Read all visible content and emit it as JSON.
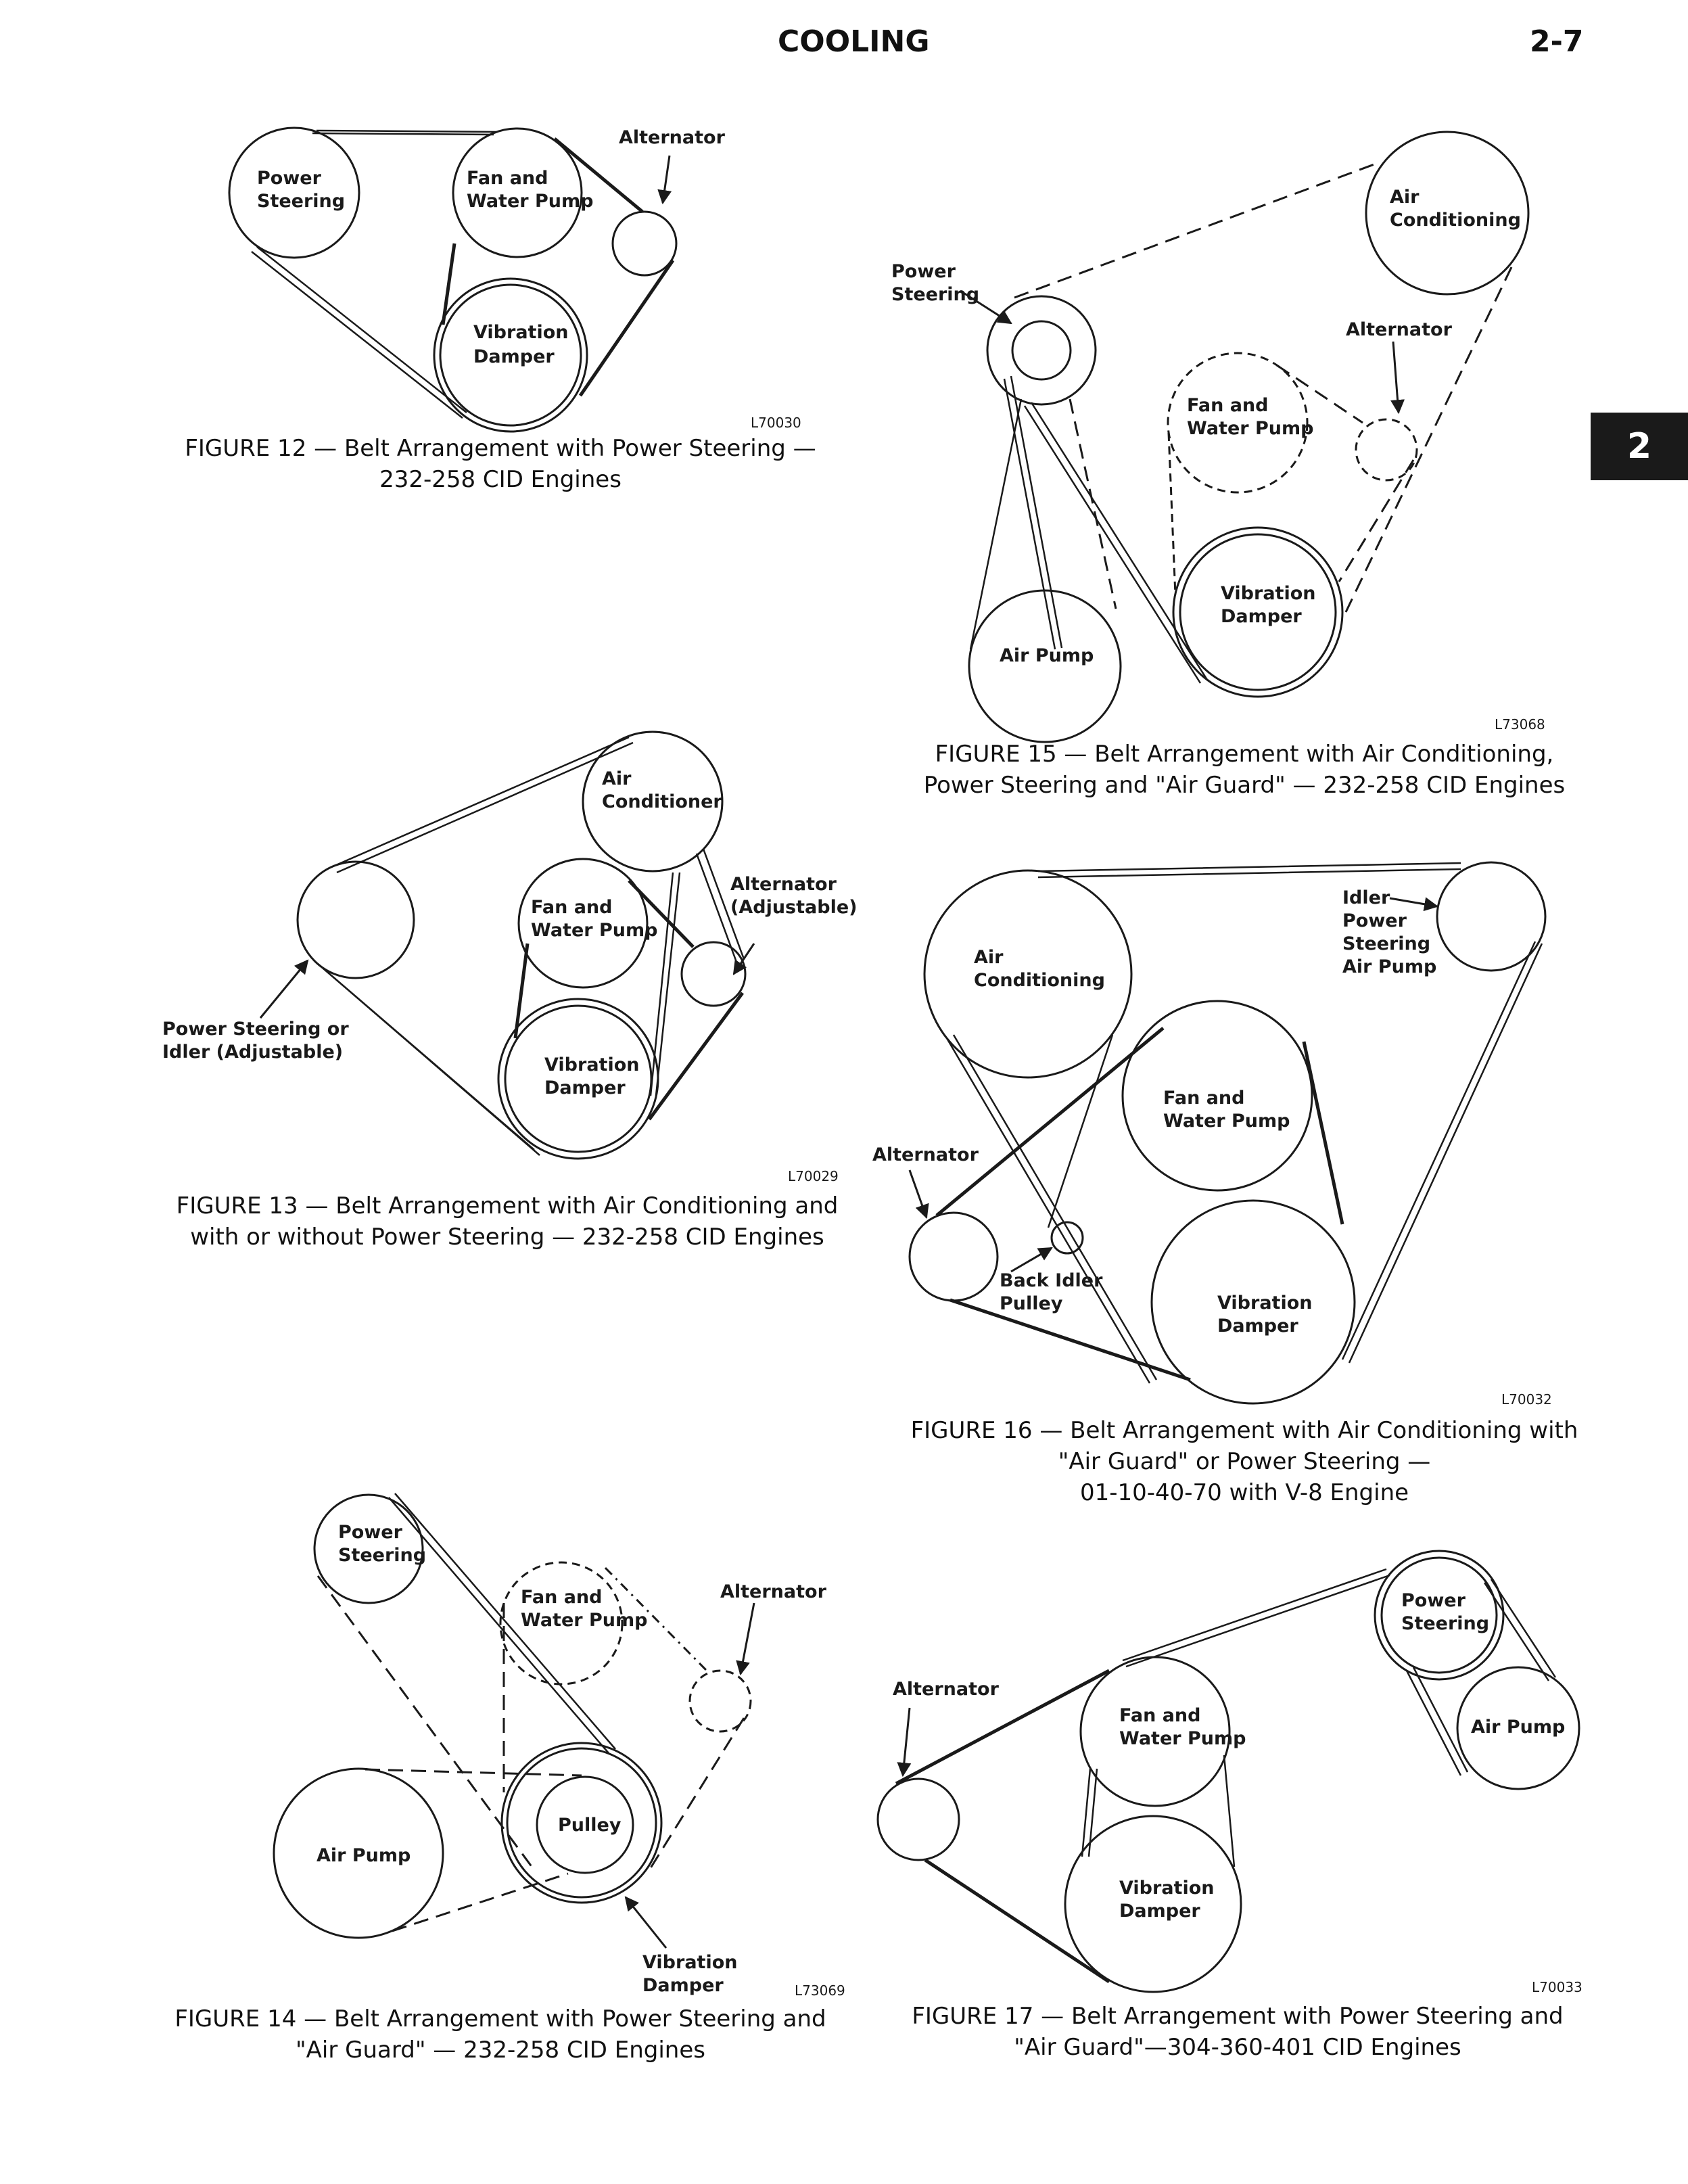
{
  "header": {
    "title": "COOLING",
    "page": "2-7",
    "tab": "2"
  },
  "fig12": {
    "labels": [
      "Power",
      "Steering",
      "Fan and",
      "Water Pump",
      "Alternator",
      "Vibration",
      "Damper"
    ],
    "code": "L70030",
    "caption": [
      "FIGURE 12 — Belt Arrangement with Power Steering —",
      "232-258 CID Engines"
    ]
  },
  "fig13": {
    "labels": [
      "Air",
      "Conditioner",
      "Fan and",
      "Water Pump",
      "Alternator",
      "(Adjustable)",
      "Vibration",
      "Damper",
      "Power Steering or",
      "Idler (Adjustable)"
    ],
    "code": "L70029",
    "caption": [
      "FIGURE 13 — Belt Arrangement with Air Conditioning and",
      "with or without Power Steering — 232-258 CID Engines"
    ]
  },
  "fig14": {
    "labels": [
      "Power",
      "Steering",
      "Fan and",
      "Water Pump",
      "Alternator",
      "Air Pump",
      "Pulley",
      "Vibration",
      "Damper"
    ],
    "code": "L73069",
    "caption": [
      "FIGURE 14 — Belt Arrangement with Power Steering and",
      "\"Air Guard\" — 232-258 CID Engines"
    ]
  },
  "fig15": {
    "labels": [
      "Air",
      "Conditioning",
      "Power",
      "Steering",
      "Alternator",
      "Fan and",
      "Water Pump",
      "Vibration",
      "Damper",
      "Air Pump"
    ],
    "code": "L73068",
    "caption": [
      "FIGURE 15 — Belt Arrangement with Air Conditioning,",
      "Power Steering and \"Air Guard\" — 232-258 CID Engines"
    ]
  },
  "fig16": {
    "labels": [
      "Idler",
      "Power",
      "Steering",
      "Air Pump",
      "Air",
      "Conditioning",
      "Fan and",
      "Water Pump",
      "Alternator",
      "Back Idler",
      "Pulley",
      "Vibration",
      "Damper"
    ],
    "code": "L70032",
    "caption": [
      "FIGURE 16 — Belt Arrangement with Air Conditioning with",
      "\"Air Guard\" or Power Steering —",
      "01-10-40-70 with V-8 Engine"
    ]
  },
  "fig17": {
    "labels": [
      "Power",
      "Steering",
      "Alternator",
      "Fan and",
      "Water Pump",
      "Air Pump",
      "Vibration",
      "Damper"
    ],
    "code": "L70033",
    "caption": [
      "FIGURE 17 — Belt Arrangement with Power Steering and",
      "\"Air Guard\"—304-360-401 CID Engines"
    ]
  }
}
